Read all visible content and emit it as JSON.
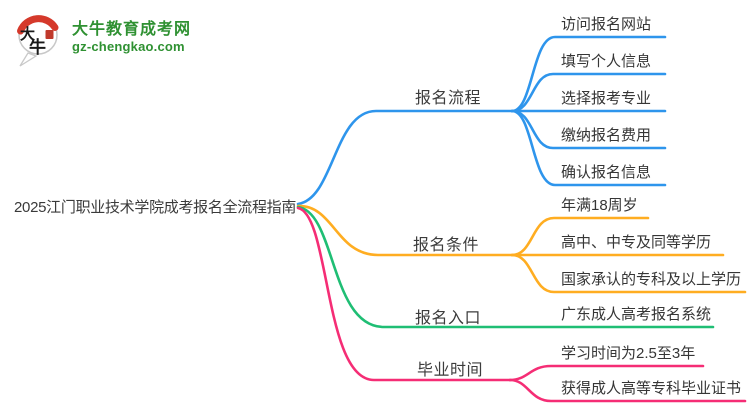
{
  "site": {
    "name": "大牛教育成考网",
    "domain": "gz-chengkao.com",
    "brand_color": "#2F9132",
    "logo_icon": "daniu-ox-speech-bubble-icon",
    "logo_char_top": "大",
    "logo_char_bottom": "牛",
    "seal_color": "#C0392B",
    "arc_color": "#D5392B"
  },
  "central_topic": "2025江门职业技术学院成考报名全流程指南",
  "branches": [
    {
      "label": "报名流程",
      "color": "#2E95EC",
      "children": [
        "访问报名网站",
        "填写个人信息",
        "选择报考专业",
        "缴纳报名费用",
        "确认报名信息"
      ]
    },
    {
      "label": "报名条件",
      "color": "#FFAD21",
      "children": [
        "年满18周岁",
        "高中、中专及同等学历",
        "国家承认的专科及以上学历"
      ]
    },
    {
      "label": "报名入口",
      "color": "#1FBE74",
      "children": [
        "广东成人高考报名系统"
      ]
    },
    {
      "label": "毕业时间",
      "color": "#F52D75",
      "children": [
        "学习时间为2.5至3年",
        "获得成人高等专科毕业证书"
      ]
    }
  ]
}
